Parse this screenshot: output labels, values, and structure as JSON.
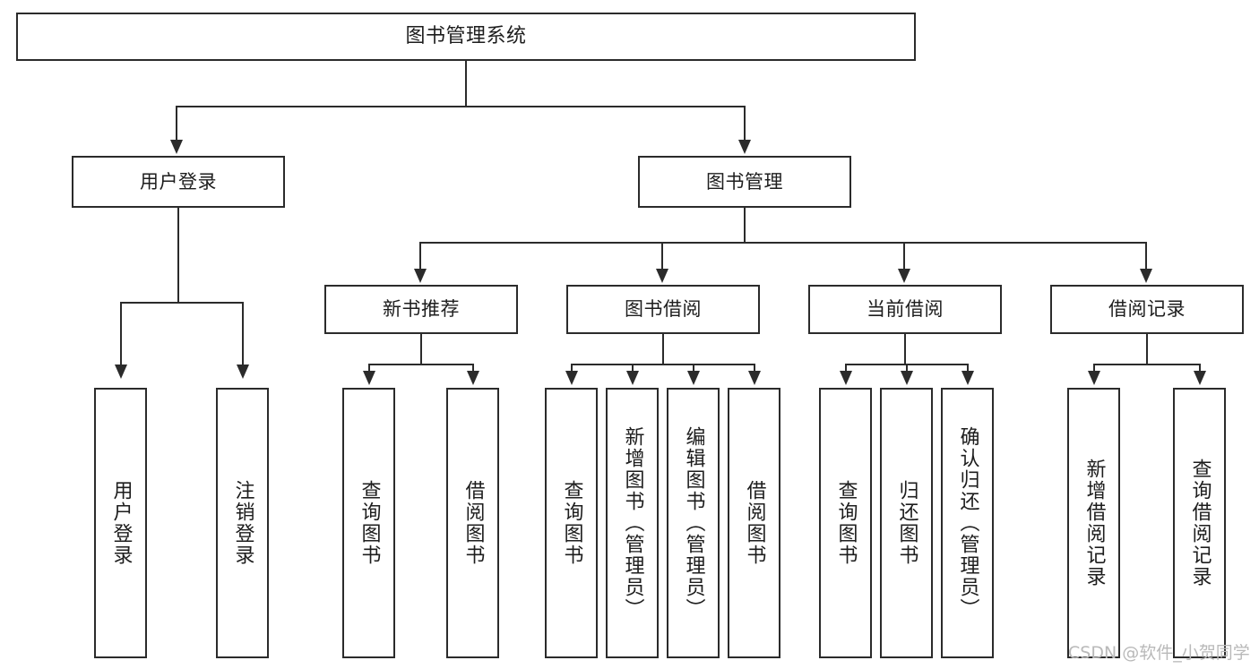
{
  "diagram": {
    "type": "tree-hierarchy-flowchart",
    "title": "图书管理系统",
    "root": {
      "id": "root",
      "label": "图书管理系统",
      "level": 0
    },
    "level1": [
      {
        "id": "user-login",
        "label": "用户登录",
        "level": 1
      },
      {
        "id": "book-management",
        "label": "图书管理",
        "level": 1
      }
    ],
    "level2": [
      {
        "id": "new-book-recommend",
        "label": "新书推荐",
        "level": 2,
        "parent": "book-management"
      },
      {
        "id": "book-borrow",
        "label": "图书借阅",
        "level": 2,
        "parent": "book-management"
      },
      {
        "id": "current-borrow",
        "label": "当前借阅",
        "level": 2,
        "parent": "book-management"
      },
      {
        "id": "borrow-record",
        "label": "借阅记录",
        "level": 2,
        "parent": "book-management"
      }
    ],
    "leaves": [
      {
        "id": "leaf-user-login",
        "label": "用户登录",
        "parent": "user-login"
      },
      {
        "id": "leaf-logout-login",
        "label": "注销登录",
        "parent": "user-login"
      },
      {
        "id": "leaf-query-book-1",
        "label": "查询图书",
        "parent": "new-book-recommend"
      },
      {
        "id": "leaf-borrow-book-1",
        "label": "借阅图书",
        "parent": "new-book-recommend"
      },
      {
        "id": "leaf-query-book-2",
        "label": "查询图书",
        "parent": "book-borrow"
      },
      {
        "id": "leaf-add-book-admin",
        "label": "新增图书（管理员）",
        "parent": "book-borrow"
      },
      {
        "id": "leaf-edit-book-admin",
        "label": "编辑图书（管理员）",
        "parent": "book-borrow"
      },
      {
        "id": "leaf-borrow-book-2",
        "label": "借阅图书",
        "parent": "book-borrow"
      },
      {
        "id": "leaf-query-book-3",
        "label": "查询图书",
        "parent": "current-borrow"
      },
      {
        "id": "leaf-return-book",
        "label": "归还图书",
        "parent": "current-borrow"
      },
      {
        "id": "leaf-confirm-return-admin",
        "label": "确认归还（管理员）",
        "parent": "current-borrow"
      },
      {
        "id": "leaf-add-borrow-record",
        "label": "新增借阅记录",
        "parent": "borrow-record"
      },
      {
        "id": "leaf-query-borrow-record",
        "label": "查询借阅记录",
        "parent": "borrow-record"
      }
    ]
  },
  "watermark": {
    "text": "CSDN @软件_小贺同学"
  },
  "colors": {
    "stroke": "#2b2b2b",
    "fill": "#ffffff",
    "text": "#1d1d1d",
    "watermark": "#b9b9b9"
  }
}
